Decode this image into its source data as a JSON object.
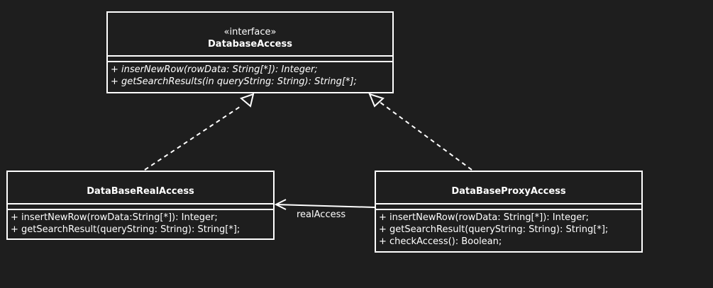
{
  "colors": {
    "background": "#1e1e1e",
    "stroke": "#ffffff",
    "text": "#ffffff"
  },
  "interface": {
    "stereotype": "«interface»",
    "name": "DatabaseAccess",
    "operations": [
      "+ inserNewRow(rowData: String[*]): Integer;",
      "+ getSearchResults(in queryString: String): String[*];"
    ]
  },
  "real_access": {
    "name": "DataBaseRealAccess",
    "operations": [
      "+ insertNewRow(rowData:String[*]): Integer;",
      "+ getSearchResult(queryString: String): String[*];"
    ]
  },
  "proxy_access": {
    "name": "DataBaseProxyAccess",
    "operations": [
      "+ insertNewRow(rowData: String[*]): Integer;",
      "+ getSearchResult(queryString: String): String[*];",
      "+ checkAccess(): Boolean;"
    ]
  },
  "association": {
    "label": "realAccess"
  }
}
